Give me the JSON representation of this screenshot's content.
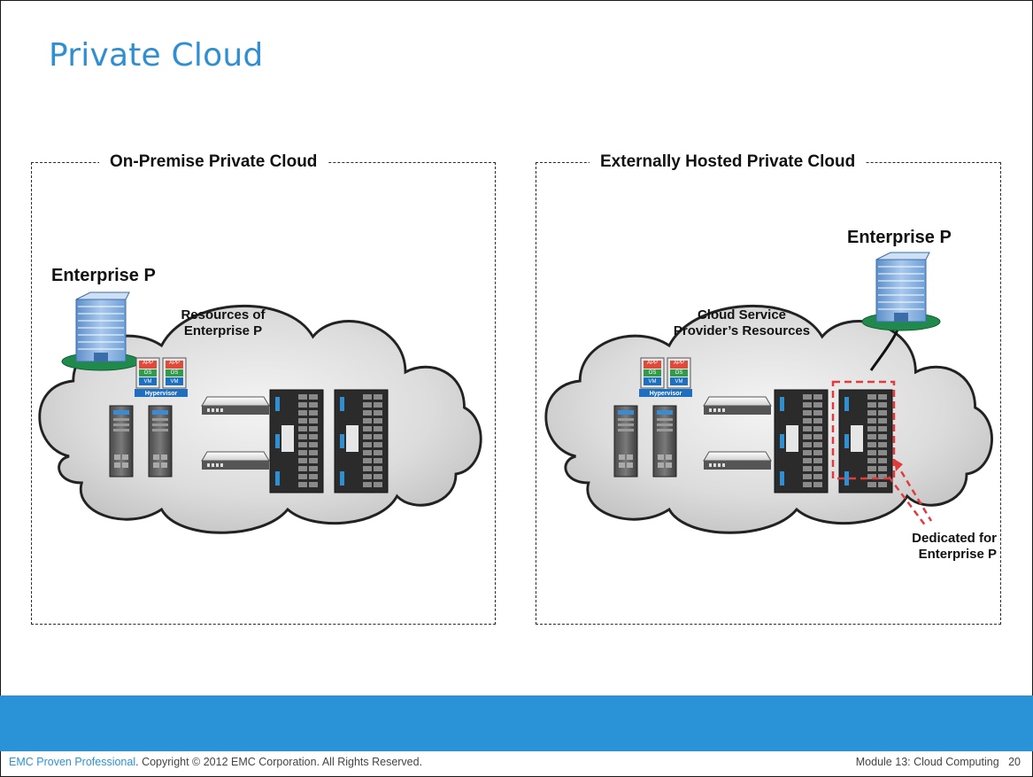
{
  "slide": {
    "title": "Private Cloud"
  },
  "left_panel": {
    "title": "On-Premise Private Cloud",
    "enterprise_label": "Enterprise P",
    "resources_label_line1": "Resources of",
    "resources_label_line2": "Enterprise P",
    "vm_app": "APP",
    "vm_os": "OS",
    "vm_vm": "VM",
    "hypervisor": "Hypervisor"
  },
  "right_panel": {
    "title": "Externally Hosted Private Cloud",
    "enterprise_label": "Enterprise P",
    "resources_label_line1": "Cloud Service",
    "resources_label_line2": "Provider’s Resources",
    "dedicated_line1": "Dedicated for",
    "dedicated_line2": "Enterprise P",
    "vm_app": "APP",
    "vm_os": "OS",
    "vm_vm": "VM",
    "hypervisor": "Hypervisor"
  },
  "footer": {
    "brand": "EMC Proven Professional",
    "copyright": ". Copyright © 2012 EMC Corporation. All Rights Reserved.",
    "module": "Module 13: Cloud Computing",
    "page_number": "20"
  },
  "colors": {
    "title": "#2f8fd0",
    "footer_band": "#2a93d8",
    "cloud_fill": "#d9d9d9",
    "dedicated_highlight": "#e23b3b",
    "building_base": "#1f8a4c"
  }
}
